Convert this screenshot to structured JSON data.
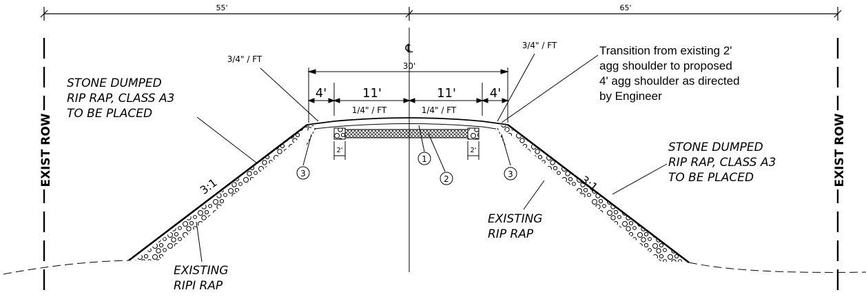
{
  "dimensions": {
    "left_width": "55'",
    "right_width": "65'",
    "road_width": "30'",
    "shoulder_left": "4'",
    "lane_left": "11'",
    "lane_right": "11'",
    "shoulder_right": "4'",
    "sub_left": "2'",
    "sub_right": "2'"
  },
  "centerline_symbol": "℄",
  "slopes": {
    "shoulder_left": "3/4\" / FT",
    "shoulder_right": "3/4\" / FT",
    "lane_left": "1/4\" / FT",
    "lane_right": "1/4\" / FT",
    "side_left": "3:1",
    "side_right": "3:1"
  },
  "row_label_left": "EXIST ROW",
  "row_label_right": "EXIST ROW",
  "notes": {
    "stone_left": [
      "STONE DUMPED",
      "RIP RAP, CLASS A3",
      "TO BE PLACED"
    ],
    "stone_right": [
      "STONE DUMPED",
      "RIP RAP, CLASS A3",
      "TO BE PLACED"
    ],
    "existing_left": [
      "EXISTING",
      "RIPI RAP"
    ],
    "existing_right": [
      "EXISTING",
      "RIP RAP"
    ],
    "transition": [
      "Transition from existing 2'",
      "agg shoulder to proposed",
      "4' agg shoulder as directed",
      "by Engineer"
    ]
  },
  "callouts": {
    "c1": "1",
    "c2": "2",
    "c3_left": "3",
    "c3_right": "3"
  }
}
